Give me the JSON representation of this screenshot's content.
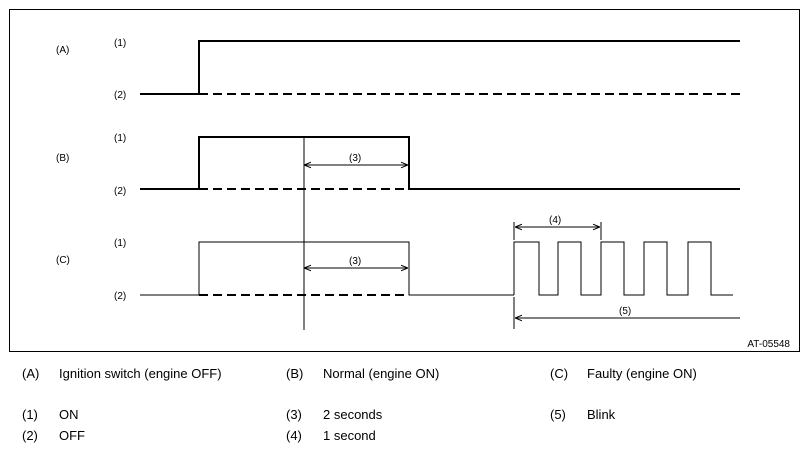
{
  "diagram": {
    "row_labels": {
      "a": "(A)",
      "b": "(B)",
      "c": "(C)"
    },
    "level_labels": {
      "on": "(1)",
      "off": "(2)"
    },
    "dimension_labels": {
      "three": "(3)",
      "four": "(4)",
      "five": "(5)"
    },
    "figure_id": "AT-05548"
  },
  "legend": [
    {
      "key": "(A)",
      "text": "Ignition switch (engine OFF)"
    },
    {
      "key": "(B)",
      "text": "Normal (engine ON)"
    },
    {
      "key": "(C)",
      "text": "Faulty (engine ON)"
    },
    {
      "key": "(1)",
      "text": "ON"
    },
    {
      "key": "(3)",
      "text": "2 seconds"
    },
    {
      "key": "(5)",
      "text": "Blink"
    },
    {
      "key": "(2)",
      "text": "OFF"
    },
    {
      "key": "(4)",
      "text": "1 second"
    }
  ]
}
